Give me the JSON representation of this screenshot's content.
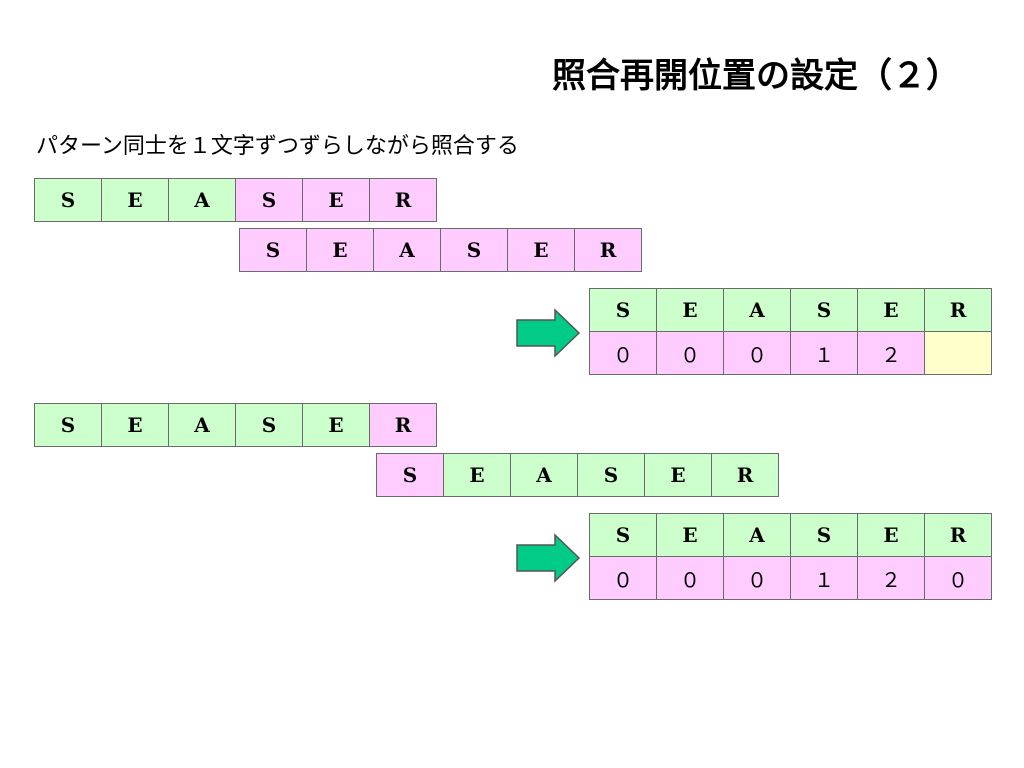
{
  "title": "照合再開位置の設定（２）",
  "subtitle": "パターン同士を１文字ずつずらしながら照合する",
  "pattern": [
    "S",
    "E",
    "A",
    "S",
    "E",
    "R"
  ],
  "example1": {
    "shift": 3,
    "result_row": [
      "S",
      "E",
      "A",
      "S",
      "E",
      "R"
    ],
    "values": [
      "０",
      "０",
      "０",
      "１",
      "２",
      ""
    ]
  },
  "example2": {
    "shift": 5,
    "result_row": [
      "S",
      "E",
      "A",
      "S",
      "E",
      "R"
    ],
    "values": [
      "０",
      "０",
      "０",
      "１",
      "２",
      "０"
    ]
  },
  "colors": {
    "matched": "#ccffcc",
    "shifted": "#ffccff",
    "pending": "#ffffcc",
    "arrow_fill": "#00cc88"
  }
}
